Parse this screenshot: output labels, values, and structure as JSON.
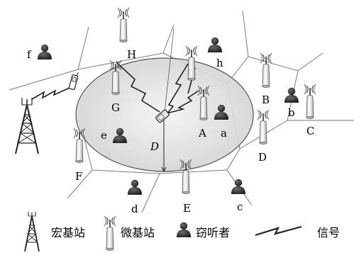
{
  "stations": [
    {
      "label": "H"
    },
    {
      "label": "G"
    },
    {
      "label": "A"
    },
    {
      "label": "B"
    },
    {
      "label": "C"
    },
    {
      "label": "D"
    },
    {
      "label": "E"
    },
    {
      "label": "F"
    }
  ],
  "listeners": [
    {
      "label": "f"
    },
    {
      "label": "h"
    },
    {
      "label": "b"
    },
    {
      "label": "a"
    },
    {
      "label": "e"
    },
    {
      "label": "d"
    },
    {
      "label": "c"
    }
  ],
  "distance_label": "D",
  "legend": {
    "macro": "宏基站",
    "micro": "微基站",
    "listener": "窃听者",
    "signal": "信号"
  }
}
